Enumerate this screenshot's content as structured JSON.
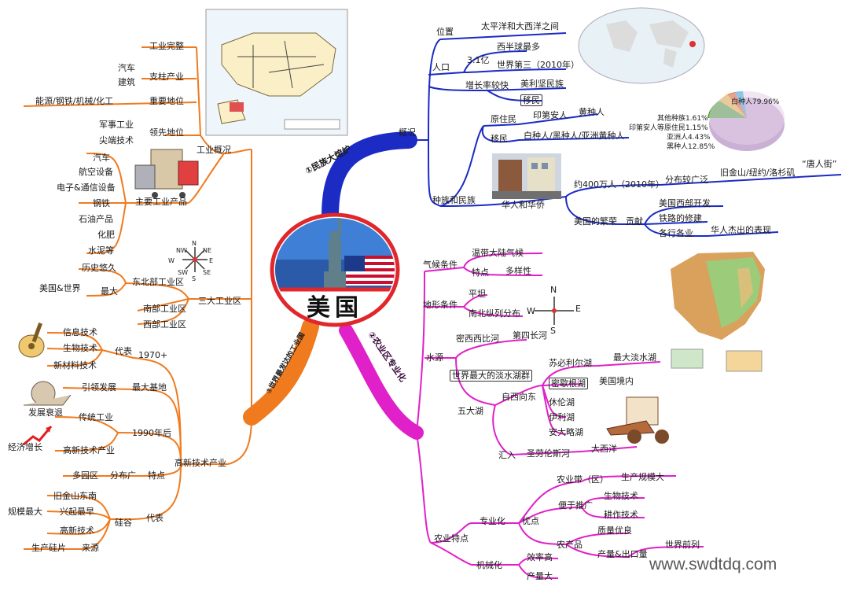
{
  "center": {
    "title": "美国"
  },
  "branches": {
    "overview": {
      "title": "①民族大熔炉",
      "hub": "概况"
    },
    "agriculture": {
      "title": "②农业区专业化"
    },
    "industry": {
      "title": "③世界最发达的工业国"
    }
  },
  "overview": {
    "location": {
      "label": "位置",
      "value": "太平洋和大西洋之间"
    },
    "population": {
      "label": "人口",
      "total": "3.1亿",
      "facts": [
        "西半球最多",
        "世界第三（2010年）"
      ],
      "growth": "增长率较快",
      "reasons": [
        "美利坚民族",
        "移民"
      ]
    },
    "ethnicity": {
      "label": "种族和民族",
      "natives": {
        "label": "原住民",
        "groups": [
          "印第安人",
          "黄种人"
        ]
      },
      "immigrants": {
        "label": "移民",
        "groups": "白种人/黑种人/亚洲黄种人"
      },
      "chinese": {
        "label": "华人和华侨",
        "count": "约400万人（2010年）",
        "spread": "分布较广泛",
        "cities": "旧金山/纽约/洛杉矶",
        "chinatown": "“唐人街”",
        "prosperity": "美国的繁荣",
        "contribution": "贡献",
        "items": [
          "美国西部开发",
          "铁路的修建",
          "各行各业"
        ],
        "talent": "华人杰出的表现"
      }
    },
    "pie": {
      "labels": [
        "白种人79.96%",
        "其他种族1.61%",
        "印第安人等原住民1.15%",
        "亚洲人4.43%",
        "黑种人12.85%"
      ]
    }
  },
  "agriculture": {
    "climate": {
      "label": "气候条件",
      "main": "温带大陆气候",
      "trait": "特点",
      "trait_value": "多样性"
    },
    "terrain": {
      "label": "地形条件",
      "flat": "平坦",
      "layout": "南北纵列分布"
    },
    "water": {
      "label": "水源",
      "river": "密西西比河",
      "river_rank": "第四长河",
      "lake_group": "世界最大的淡水湖群",
      "lakes_label": "五大湖",
      "order": "自西向东",
      "lakes": [
        "苏必利尔湖",
        "密歇根湖",
        "休伦湖",
        "伊利湖",
        "安大略湖"
      ],
      "lake_notes": [
        "最大淡水湖",
        "美国境内"
      ],
      "inflow": "汇入",
      "river2": "圣劳伦斯河",
      "ocean": "大西洋"
    },
    "features": {
      "label": "农业特点",
      "specialization": "专业化",
      "advantage": "优点",
      "belt": "农业带（区）",
      "belt_note": "生产规模大",
      "easy": "便于推广",
      "tech": [
        "生物技术",
        "耕作技术"
      ],
      "products": "农产品",
      "quality": "质量优良",
      "output": "产量&出口量",
      "rank": "世界前列",
      "mechanization": "机械化",
      "efficiency": "效率高",
      "yield": "产量大"
    }
  },
  "industry": {
    "overview": {
      "label": "工业概况",
      "complete": "工业完整",
      "pillar": "支柱产业",
      "pillar_items": [
        "汽车",
        "建筑"
      ],
      "important": "重要地位",
      "important_items": "能源/钢铁/机械/化工",
      "leading": "领先地位",
      "leading_items": [
        "军事工业",
        "尖端技术"
      ],
      "main_products": "主要工业产品",
      "products": [
        "汽车",
        "航空设备",
        "电子&通信设备",
        "钢铁",
        "石油产品",
        "化肥",
        "水泥等"
      ]
    },
    "zones": {
      "label": "三大工业区",
      "northeast": "东北部工业区",
      "history": "历史悠久",
      "biggest": "最大",
      "scope": "美国&世界",
      "south": "南部工业区",
      "west": "西部工业区"
    },
    "hightech": {
      "label": "高新技术产业",
      "since1970": "1970+",
      "rep": "代表",
      "rep_items": [
        "信息技术",
        "生物技术",
        "新材料技术"
      ],
      "base": "最大基地",
      "base_reason": "引领发展",
      "after1990": "1990年后",
      "traditional": "传统工业",
      "decline": "发展衰退",
      "hightech_ind": "高新技术产业",
      "growth": "经济增长",
      "feature": "特点",
      "distribution": "分布广",
      "many": "多园区",
      "representative": "代表",
      "siliconvalley": "硅谷",
      "sv_facts": [
        "旧金山东南",
        "兴起最早",
        "规模最大",
        "高新技术"
      ],
      "chip": "生产硅片",
      "origin": "来源"
    }
  },
  "compass": {
    "n": "N",
    "s": "S",
    "e": "E",
    "w": "W",
    "ne": "NE",
    "nw": "NW",
    "se": "SE",
    "sw": "SW"
  },
  "watermark": "www.swdtdq.com",
  "colors": {
    "blue": "#1b2bc4",
    "magenta": "#e020c8",
    "orange": "#f07a1e",
    "ring": "#e0272b"
  }
}
